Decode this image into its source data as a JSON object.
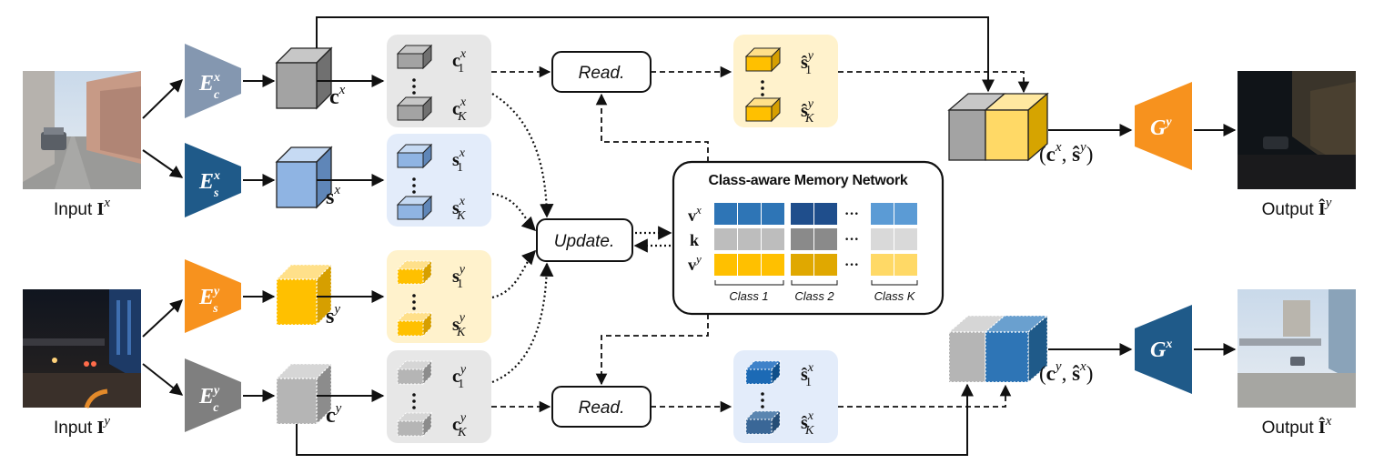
{
  "inputs": {
    "top": {
      "label": "Input",
      "symbol": "I",
      "sup": "x"
    },
    "bottom": {
      "label": "Input",
      "symbol": "I",
      "sup": "y"
    }
  },
  "outputs": {
    "top": {
      "label": "Output",
      "symbol": "Î",
      "sup": "y"
    },
    "bottom": {
      "label": "Output",
      "symbol": "Î",
      "sup": "x"
    }
  },
  "encoders": {
    "ecx": {
      "base": "E",
      "sub": "c",
      "sup": "x"
    },
    "esx": {
      "base": "E",
      "sub": "s",
      "sup": "x"
    },
    "esy": {
      "base": "E",
      "sub": "s",
      "sup": "y"
    },
    "ecy": {
      "base": "E",
      "sub": "c",
      "sup": "y"
    }
  },
  "generators": {
    "gy": {
      "base": "G",
      "sup": "y"
    },
    "gx": {
      "base": "G",
      "sup": "x"
    }
  },
  "features": {
    "cx": {
      "base": "c",
      "sup": "x"
    },
    "sx": {
      "base": "s",
      "sup": "x"
    },
    "sy": {
      "base": "s",
      "sup": "y"
    },
    "cy": {
      "base": "c",
      "sup": "y"
    }
  },
  "groups": {
    "cx": {
      "first": {
        "base": "c",
        "sup": "x",
        "sub": "1"
      },
      "last": {
        "base": "c",
        "sup": "x",
        "sub": "K"
      }
    },
    "sx": {
      "first": {
        "base": "s",
        "sup": "x",
        "sub": "1"
      },
      "last": {
        "base": "s",
        "sup": "x",
        "sub": "K"
      }
    },
    "sy": {
      "first": {
        "base": "s",
        "sup": "y",
        "sub": "1"
      },
      "last": {
        "base": "s",
        "sup": "y",
        "sub": "K"
      }
    },
    "cy": {
      "first": {
        "base": "c",
        "sup": "y",
        "sub": "1"
      },
      "last": {
        "base": "c",
        "sup": "y",
        "sub": "K"
      }
    },
    "shaty": {
      "first": {
        "base": "ŝ",
        "sup": "y",
        "sub": "1"
      },
      "last": {
        "base": "ŝ",
        "sup": "y",
        "sub": "K"
      }
    },
    "shatx": {
      "first": {
        "base": "ŝ",
        "sup": "x",
        "sub": "1"
      },
      "last": {
        "base": "ŝ",
        "sup": "x",
        "sub": "K"
      }
    }
  },
  "combined": {
    "top": {
      "open": "(",
      "a": "c",
      "a_sup": "x",
      "sep": ", ",
      "b": "ŝ",
      "b_sup": "y",
      "close": ")"
    },
    "bottom": {
      "open": "(",
      "a": "c",
      "a_sup": "y",
      "sep": ", ",
      "b": "ŝ",
      "b_sup": "x",
      "close": ")"
    }
  },
  "ops": {
    "read_top": "Read.",
    "read_bottom": "Read.",
    "update": "Update."
  },
  "memory": {
    "title": "Class-aware Memory Network",
    "rows": [
      {
        "base": "v",
        "sup": "x"
      },
      {
        "base": "k",
        "sup": ""
      },
      {
        "base": "v",
        "sup": "y"
      }
    ],
    "ellipsis": "···",
    "classes": [
      "Class 1",
      "Class 2",
      "Class K"
    ]
  },
  "colors": {
    "gray_cube": "#a3a3a3",
    "blue_cube": "#8fb4e3",
    "yellow_cube": "#ffc000",
    "encoder_gray_blue": "#8497b0",
    "encoder_dark_blue": "#1f5a89",
    "encoder_orange": "#f7921e",
    "encoder_gray": "#7f7f7f",
    "panel_gray": "#e7e7e7",
    "panel_blue": "#e3ecfa",
    "panel_yellow": "#fff2cc"
  }
}
